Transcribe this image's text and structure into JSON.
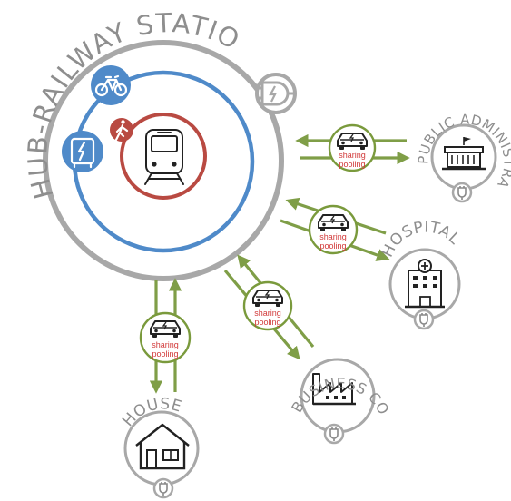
{
  "hub": {
    "title": "HUB-RAILWAY STATION",
    "inner_icons": [
      "bicycle-icon",
      "bus-icon",
      "pedestrian-icon",
      "train-icon"
    ],
    "charging_icon": "plug-icon"
  },
  "destinations": [
    {
      "id": "public-administration",
      "title": "PUBLIC ADMINISTRATION",
      "icon": "government-building-icon"
    },
    {
      "id": "hospital",
      "title": "HOSPITAL",
      "icon": "hospital-icon"
    },
    {
      "id": "business-company",
      "title": "BUSINESS COMPANY",
      "icon": "factory-icon"
    },
    {
      "id": "house",
      "title": "HOUSE",
      "icon": "house-icon"
    }
  ],
  "links": [
    {
      "to": "public-administration",
      "line1": "sharing",
      "line2": "pooling",
      "icon": "electric-car-icon"
    },
    {
      "to": "hospital",
      "line1": "sharing",
      "line2": "pooling",
      "icon": "electric-car-icon"
    },
    {
      "to": "business-company",
      "line1": "sharing",
      "line2": "pooling",
      "icon": "electric-car-icon"
    },
    {
      "to": "house",
      "line1": "sharing",
      "line2": "pooling",
      "icon": "electric-car-icon"
    }
  ],
  "colors": {
    "hub_ring": "#a8a8a8",
    "blue_ring": "#4f8ac9",
    "red_ring": "#b94a42",
    "green": "#7f9e47",
    "label_red": "#d23a3a",
    "label_gray": "#8e8e8e"
  }
}
